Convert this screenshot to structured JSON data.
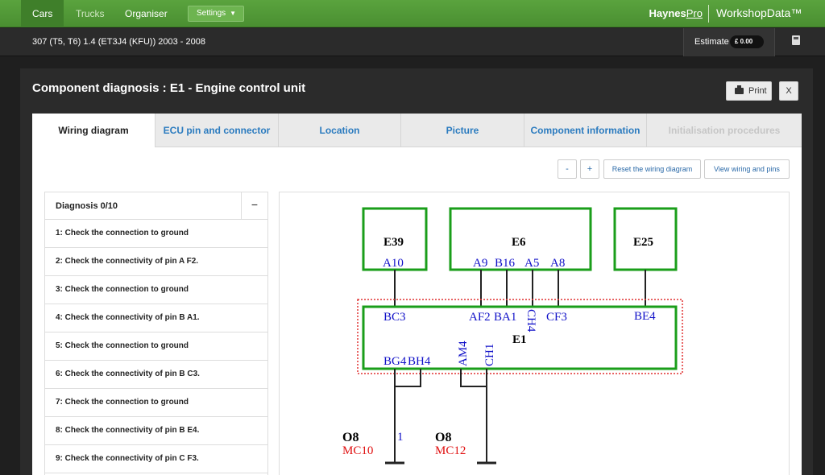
{
  "topnav": {
    "items": [
      "Cars",
      "Trucks",
      "Organiser"
    ],
    "settings_label": "Settings",
    "brand_haynes": "Haynes",
    "brand_pro": "Pro",
    "brand_workshop": "WorkshopData™"
  },
  "vehicle": {
    "title": "307 (T5, T6) 1.4 (ET3J4 (KFU)) 2003 - 2008",
    "estimate_label": "Estimate",
    "estimate_value": "£  0.00"
  },
  "modal": {
    "title": "Component diagnosis : E1 - Engine control unit",
    "print_label": "Print",
    "close_label": "X"
  },
  "tabs": [
    "Wiring diagram",
    "ECU pin and connector",
    "Location",
    "Picture",
    "Component information",
    "Initialisation procedures"
  ],
  "toolbar": {
    "zoom_out": "-",
    "zoom_in": "+",
    "reset": "Reset the wiring diagram",
    "view": "View wiring and pins"
  },
  "diagnosis": {
    "title": "Diagnosis 0/10",
    "toggle": "−",
    "items": [
      "1: Check the connection to ground",
      "2: Check the connectivity of pin A F2.",
      "3: Check the connection to ground",
      "4: Check the connectivity of pin B A1.",
      "5: Check the connection to ground",
      "6: Check the connectivity of pin B C3.",
      "7: Check the connection to ground",
      "8: Check the connectivity of pin B E4.",
      "9: Check the connectivity of pin C F3."
    ]
  },
  "wiring": {
    "components": {
      "e39": "E39",
      "e6": "E6",
      "e25": "E25",
      "e1": "E1"
    },
    "pins_top": {
      "a10": "A10",
      "a9": "A9",
      "b16": "B16",
      "a5": "A5",
      "a8": "A8"
    },
    "pins_e1_top": {
      "bc3": "BC3",
      "af2": "AF2",
      "ba1": "BA1",
      "ch4": "CH4",
      "cf3": "CF3",
      "be4": "BE4"
    },
    "pins_e1_bottom": {
      "bg4": "BG4",
      "bh4": "BH4",
      "am4": "AM4",
      "ch1": "CH1"
    },
    "grounds": {
      "g1_name": "O8",
      "g1_code": "MC10",
      "g1_wire": "1",
      "g2_name": "O8",
      "g2_code": "MC12"
    },
    "colors": {
      "component_border": "#1a9e1a",
      "pin_text": "#1010c8",
      "ground_code": "#e01010",
      "boundary": "#e03030"
    }
  }
}
